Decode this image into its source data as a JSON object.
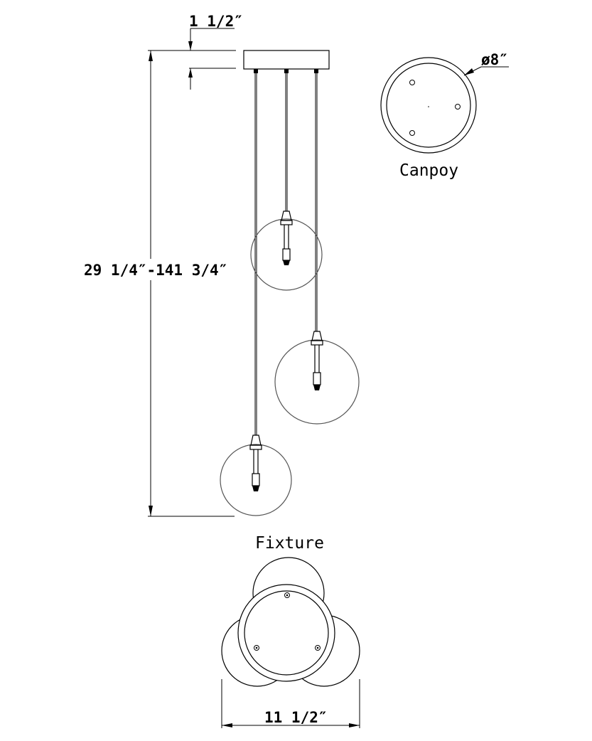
{
  "labels": {
    "canopy_height": "1 1/2″",
    "overall_height": "29 1/4″-141 3/4″",
    "canopy_diameter": "ø8″",
    "canopy_title": "Canpoy",
    "fixture_title": "Fixture",
    "fixture_width": "11 1/2″"
  }
}
